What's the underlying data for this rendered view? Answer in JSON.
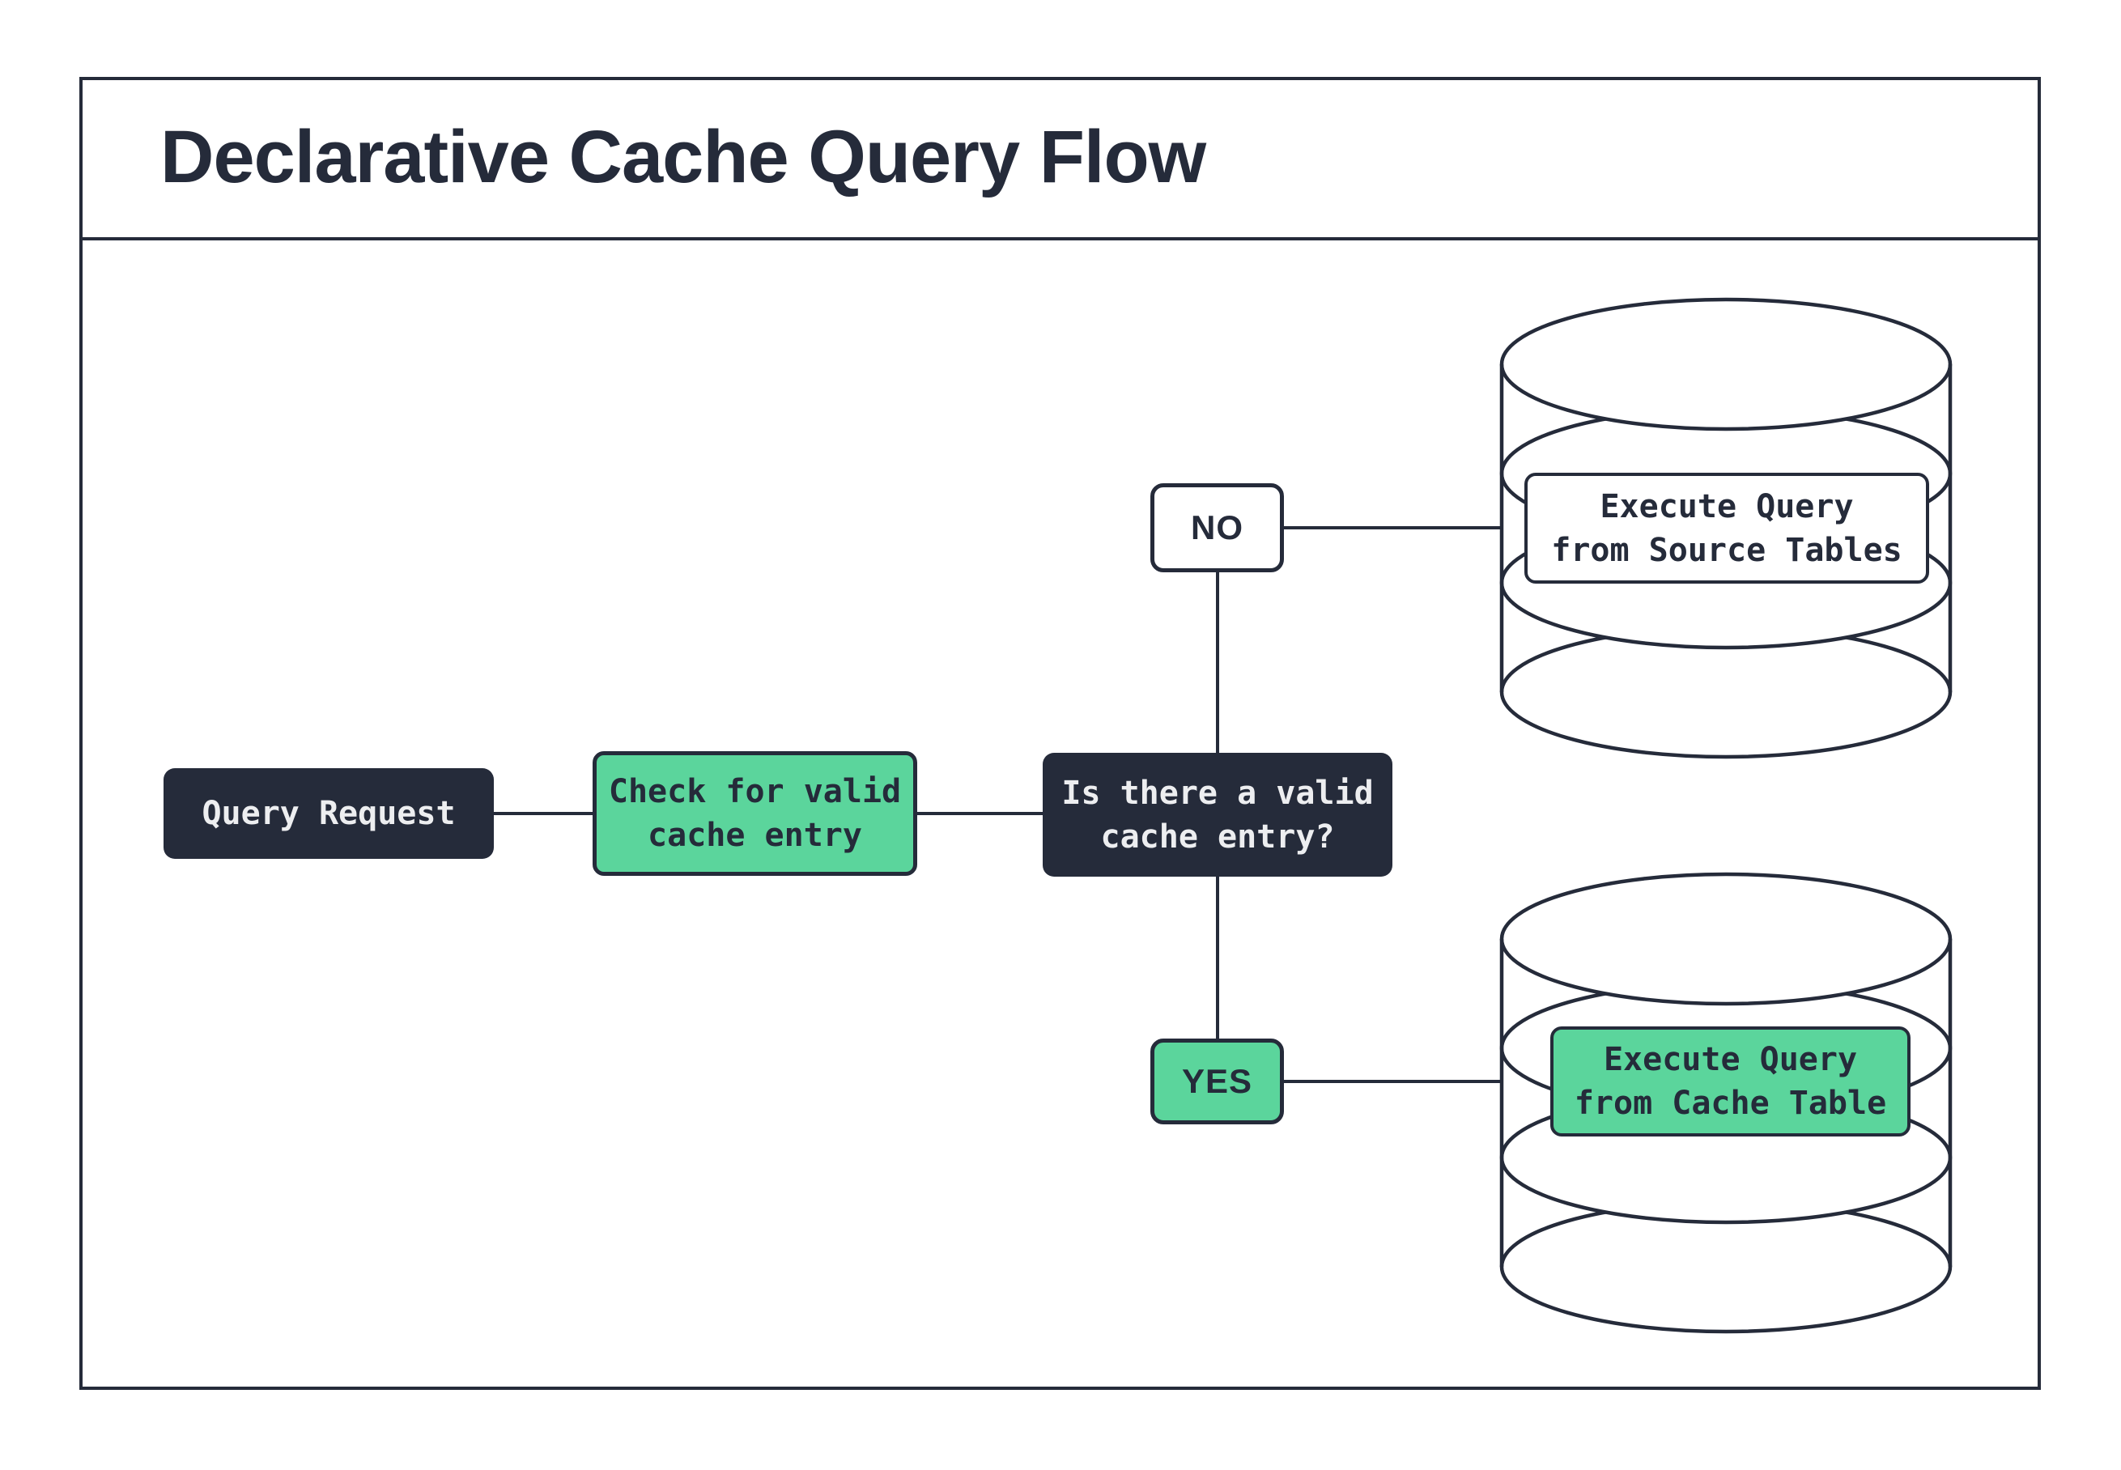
{
  "title": "Declarative Cache Query Flow",
  "colors": {
    "ink": "#252b3a",
    "green": "#5bd59c",
    "light_text": "#edeef0",
    "background": "#ffffff"
  },
  "nodes": {
    "query_request": {
      "label": "Query Request"
    },
    "check_cache": {
      "label": "Check for valid\ncache entry"
    },
    "decision": {
      "label": "Is there a valid\ncache entry?"
    },
    "no_branch": {
      "label": "NO"
    },
    "yes_branch": {
      "label": "YES"
    },
    "source_db": {
      "label": "Execute Query\nfrom Source Tables"
    },
    "cache_db": {
      "label": "Execute Query\nfrom Cache Table"
    }
  }
}
